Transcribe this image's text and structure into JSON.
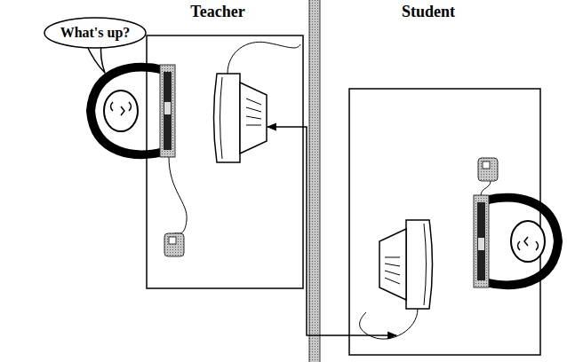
{
  "diagram": {
    "nodes": [
      {
        "text": [
          "What's up?"
        ]
      }
    ],
    "labels": [
      "Teacher",
      "Student"
    ]
  }
}
